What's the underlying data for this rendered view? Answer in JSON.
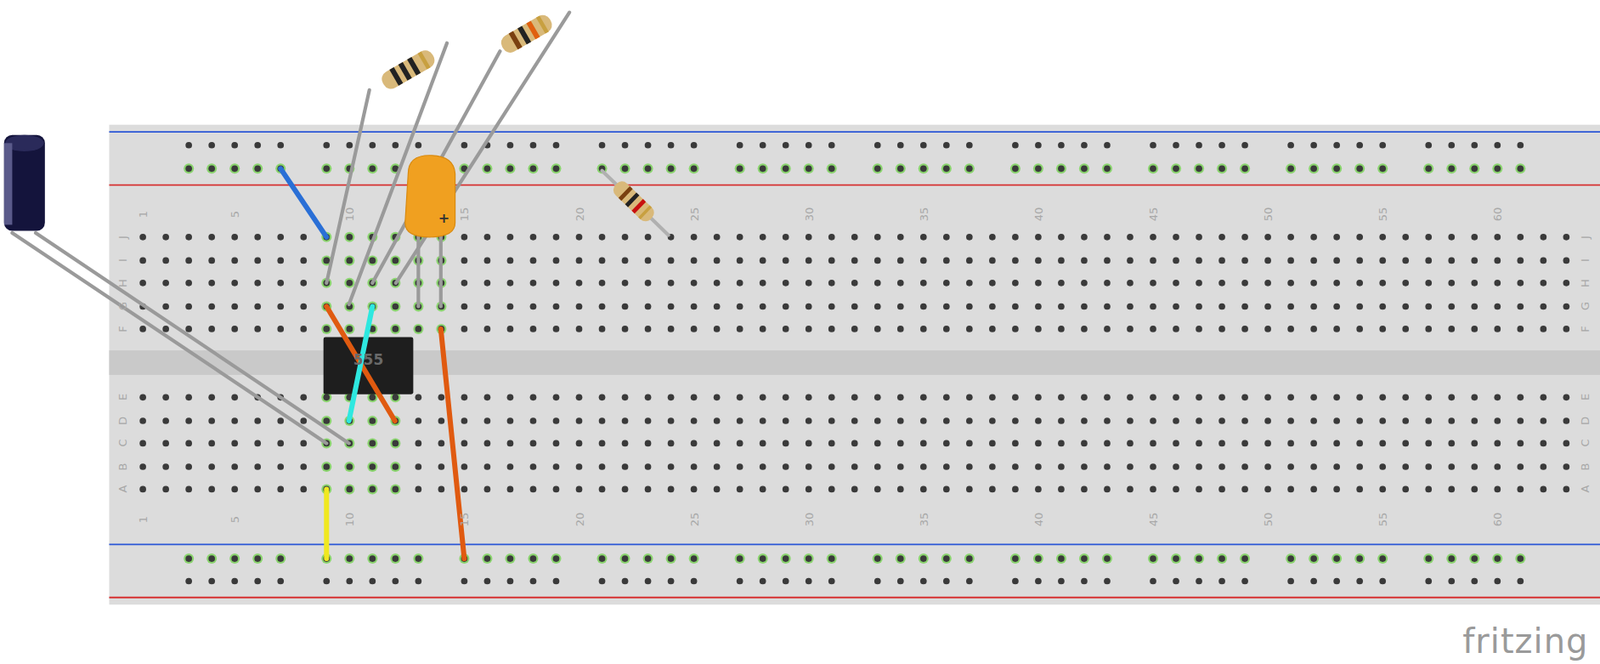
{
  "diagram": {
    "labels": [
      "1",
      "5",
      "10",
      "15",
      "20",
      "25",
      "30",
      "35",
      "40",
      "45",
      "50",
      "55",
      "60",
      "1",
      "5",
      "10",
      "15",
      "20",
      "25",
      "30",
      "35",
      "40",
      "45",
      "50",
      "55",
      "60",
      "J",
      "I",
      "H",
      "G",
      "F",
      "E",
      "D",
      "C",
      "B",
      "A",
      "J",
      "I",
      "H",
      "G",
      "F",
      "E",
      "D",
      "C",
      "B",
      "A",
      "555",
      "+",
      "fritzing"
    ]
  }
}
